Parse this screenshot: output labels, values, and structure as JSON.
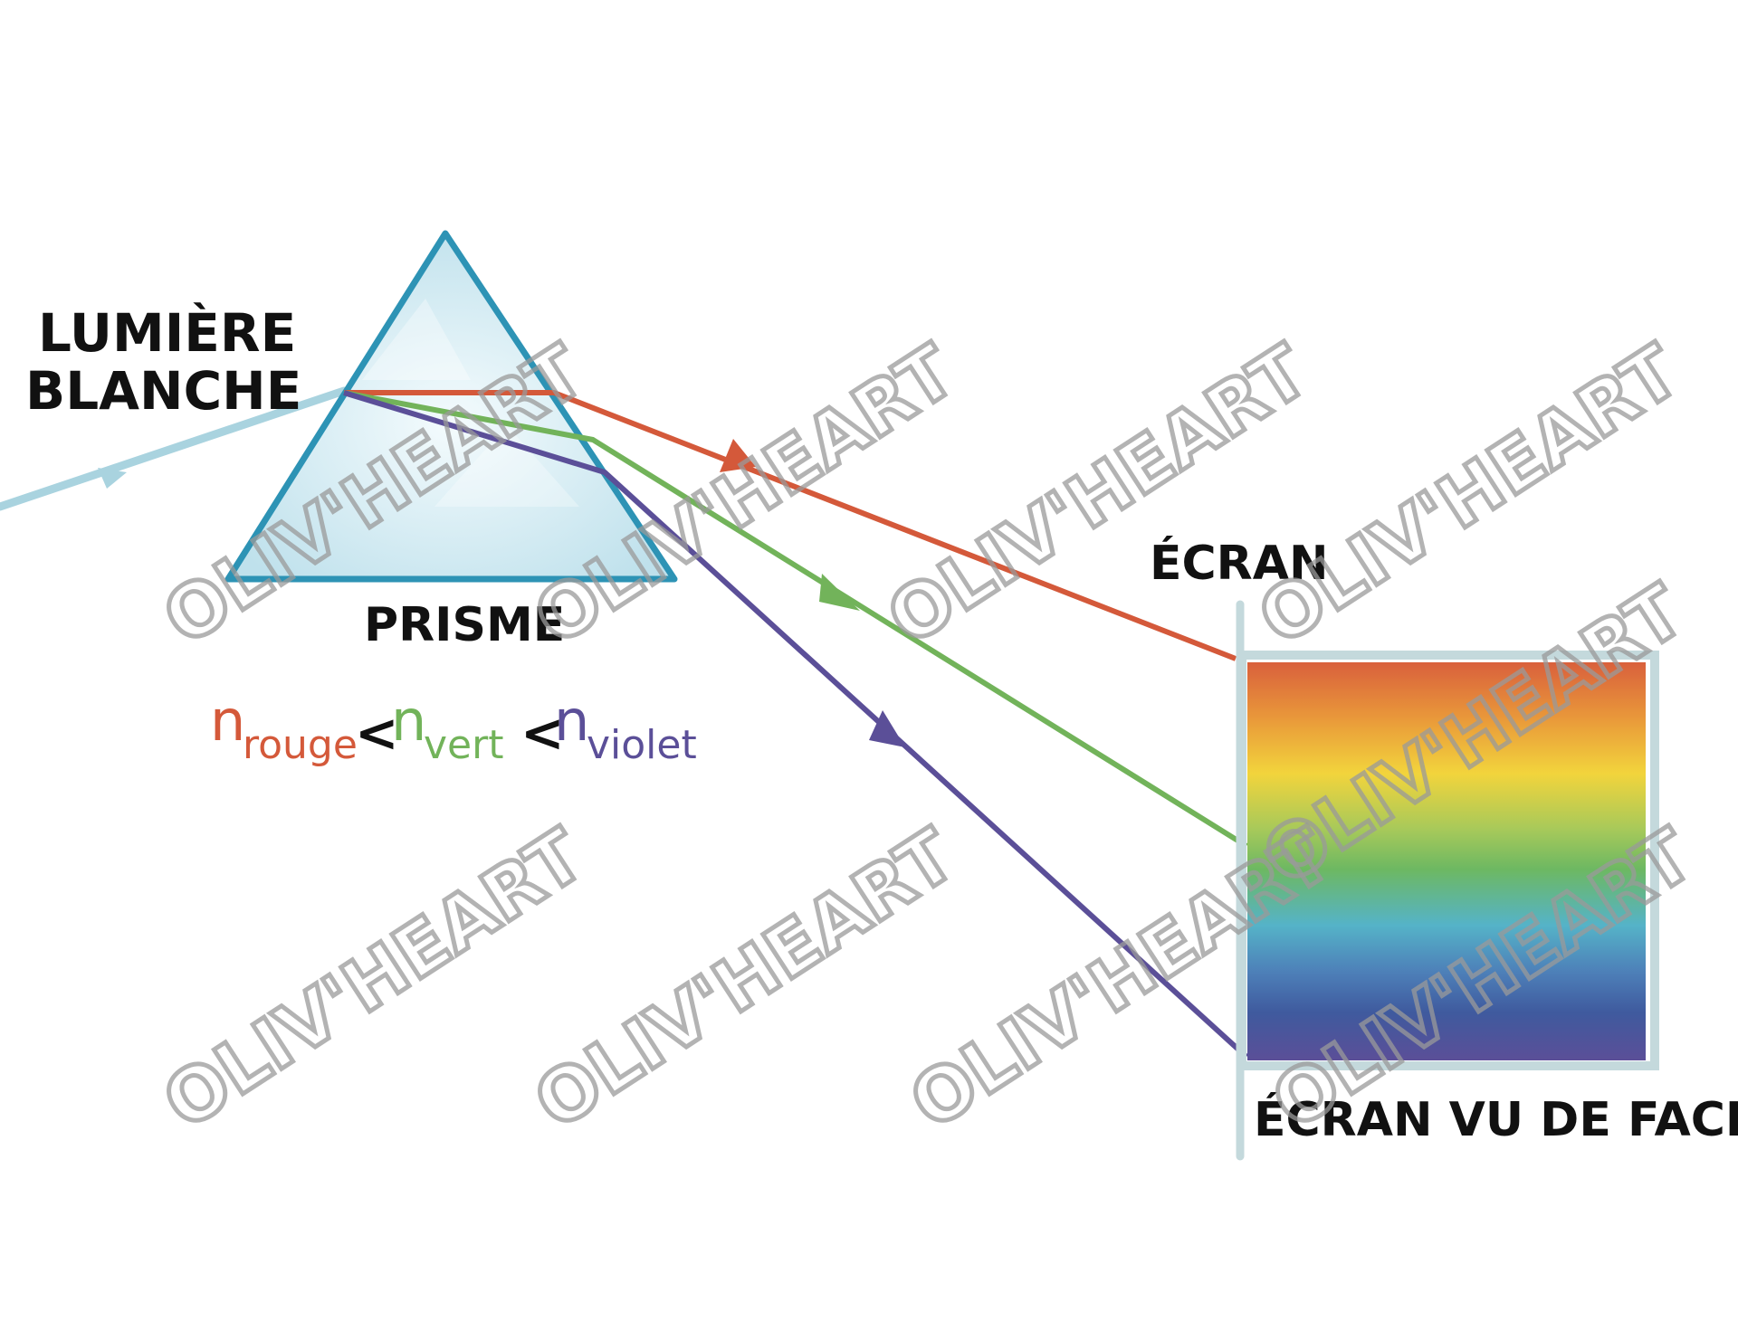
{
  "labels": {
    "white_light": [
      "LUMIÈRE",
      "BLANCHE"
    ],
    "prism": "PRISME",
    "screen": "ÉCRAN",
    "screen_front": "ÉCRAN VU DE FACE"
  },
  "index_relation": {
    "symbol": "n",
    "less_than": "<",
    "terms": [
      {
        "sub": "rouge",
        "color": "#d4593a"
      },
      {
        "sub": "vert",
        "color": "#72b35a"
      },
      {
        "sub": "violet",
        "color": "#5b4f98"
      }
    ]
  },
  "colors": {
    "incident": "#a9d3df",
    "prism_edge": "#2d93b5",
    "prism_fill": "#cfe9f2",
    "red": "#d4593a",
    "green": "#72b35a",
    "violet": "#5b4f98",
    "screen_frame": "#c4d9dc",
    "spectrum": [
      "#d9603c",
      "#e9983a",
      "#f2d43c",
      "#a7c95a",
      "#6db862",
      "#55b3c8",
      "#4d7fb8",
      "#3f5a9e",
      "#5b4f98"
    ]
  },
  "watermark": "OLIV'HEART"
}
